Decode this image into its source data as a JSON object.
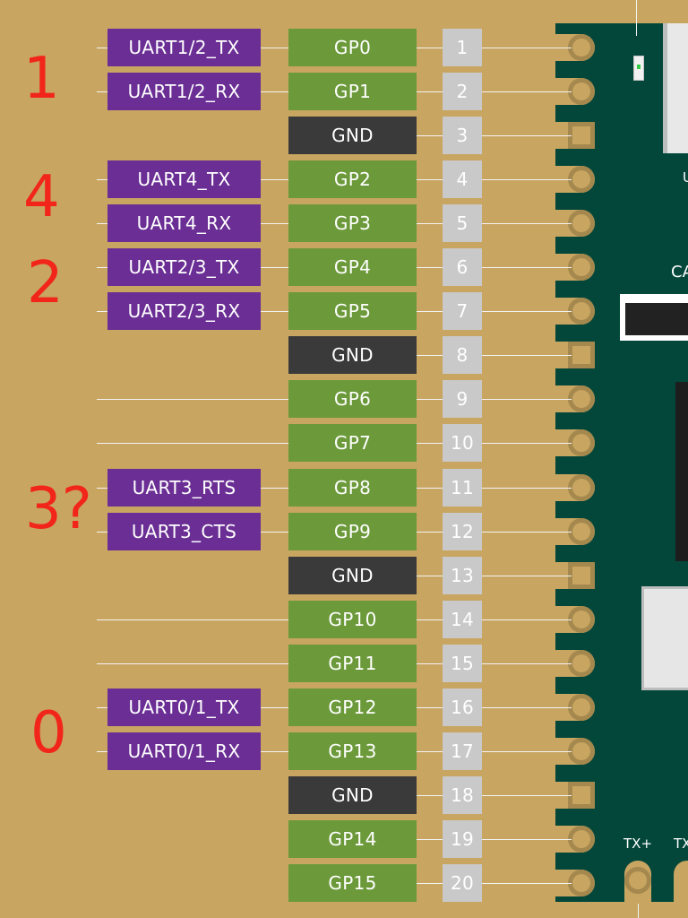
{
  "pins": [
    {
      "num": "1",
      "gp": "GP0",
      "uart": "UART1/2_TX"
    },
    {
      "num": "2",
      "gp": "GP1",
      "uart": "UART1/2_RX"
    },
    {
      "num": "3",
      "gp": "GND",
      "uart": null
    },
    {
      "num": "4",
      "gp": "GP2",
      "uart": "UART4_TX"
    },
    {
      "num": "5",
      "gp": "GP3",
      "uart": "UART4_RX"
    },
    {
      "num": "6",
      "gp": "GP4",
      "uart": "UART2/3_TX"
    },
    {
      "num": "7",
      "gp": "GP5",
      "uart": "UART2/3_RX"
    },
    {
      "num": "8",
      "gp": "GND",
      "uart": null
    },
    {
      "num": "9",
      "gp": "GP6",
      "uart": ""
    },
    {
      "num": "10",
      "gp": "GP7",
      "uart": ""
    },
    {
      "num": "11",
      "gp": "GP8",
      "uart": "UART3_RTS"
    },
    {
      "num": "12",
      "gp": "GP9",
      "uart": "UART3_CTS"
    },
    {
      "num": "13",
      "gp": "GND",
      "uart": null
    },
    {
      "num": "14",
      "gp": "GP10",
      "uart": ""
    },
    {
      "num": "15",
      "gp": "GP11",
      "uart": ""
    },
    {
      "num": "16",
      "gp": "GP12",
      "uart": "UART0/1_TX"
    },
    {
      "num": "17",
      "gp": "GP13",
      "uart": "UART0/1_RX"
    },
    {
      "num": "18",
      "gp": "GND",
      "uart": null
    },
    {
      "num": "19",
      "gp": "GP14",
      "uart": null
    },
    {
      "num": "20",
      "gp": "GP15",
      "uart": null
    }
  ],
  "annotations": [
    "1",
    "4",
    "2",
    "3?",
    "0"
  ],
  "board_labels": {
    "tx_plus": "TX+",
    "tx_cut": "TX",
    "cam_cut": "CA",
    "u_cut": "U"
  },
  "colors": {
    "background": "#c8a561",
    "board": "#03473b",
    "uart_label": "#6a2e94",
    "gpio_label": "#6c9a3b",
    "gnd_label": "#3a3a3a",
    "pin_number": "#c9c9c9",
    "annotation": "#f2251a"
  }
}
